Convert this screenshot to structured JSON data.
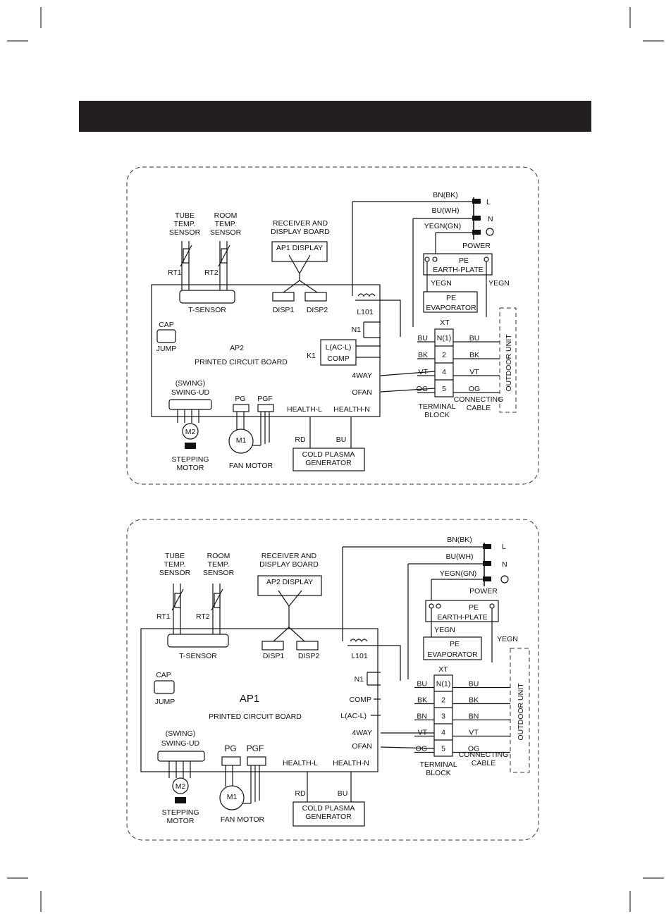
{
  "page": {
    "header_text": ""
  },
  "diagram1": {
    "tube_sensor": "TUBE\nTEMP.\nSENSOR",
    "room_sensor": "ROOM\nTEMP.\nSENSOR",
    "rt1": "RT1",
    "rt2": "RT2",
    "receiver": "RECEIVER AND\nDISPLAY BOARD",
    "display_box": "AP1  DISPLAY",
    "t_sensor": "T-SENSOR",
    "disp1": "DISP1",
    "disp2": "DISP2",
    "l101": "L101",
    "cap": "CAP",
    "jump": "JUMP",
    "ap": "AP2",
    "pcb": "PRINTED CIRCUIT BOARD",
    "n1": "N1",
    "k1": "K1",
    "lac": "L(AC-L)",
    "comp": "COMP",
    "four_way": "4WAY",
    "ofan": "OFAN",
    "swing": "(SWING)",
    "swing_ud": "SWING-UD",
    "pg": "PG",
    "pgf": "PGF",
    "health_l": "HEALTH-L",
    "health_n": "HEALTH-N",
    "m2": "M2",
    "m1": "M1",
    "stepping_motor": "STEPPING\nMOTOR",
    "fan_motor": "FAN MOTOR",
    "rd": "RD",
    "bu_gen": "BU",
    "plasma": "COLD PLASMA\nGENERATOR",
    "bn_bk": "BN(BK)",
    "bu_wh": "BU(WH)",
    "yegn_gn": "YEGN(GN)",
    "l": "L",
    "n": "N",
    "power": "POWER",
    "pe": "PE",
    "earth_plate": "EARTH-PLATE",
    "yegn": "YEGN",
    "evaporator": "EVAPORATOR",
    "xt": "XT",
    "t_labels": [
      "N(1)",
      "2",
      "4",
      "5"
    ],
    "w_left": [
      "BU",
      "BK",
      "VT",
      "OG"
    ],
    "w_right": [
      "BU",
      "BK",
      "VT",
      "OG"
    ],
    "terminal_block": "TERMINAL\nBLOCK",
    "connecting_cable": "CONNECTING\nCABLE",
    "outdoor_unit": "OUTDOOR UNIT"
  },
  "diagram2": {
    "tube_sensor": "TUBE\nTEMP.\nSENSOR",
    "room_sensor": "ROOM\nTEMP.\nSENSOR",
    "rt1": "RT1",
    "rt2": "RT2",
    "receiver": "RECEIVER AND\nDISPLAY BOARD",
    "display_box": "AP2  DISPLAY",
    "t_sensor": "T-SENSOR",
    "disp1": "DISP1",
    "disp2": "DISP2",
    "l101": "L101",
    "cap": "CAP",
    "jump": "JUMP",
    "ap": "AP1",
    "pcb": "PRINTED CIRCUIT BOARD",
    "n1": "N1",
    "comp": "COMP",
    "lac": "L(AC-L)",
    "four_way": "4WAY",
    "ofan": "OFAN",
    "swing": "(SWING)",
    "swing_ud": "SWING-UD",
    "pg": "PG",
    "pgf": "PGF",
    "health_l": "HEALTH-L",
    "health_n": "HEALTH-N",
    "m2": "M2",
    "m1": "M1",
    "stepping_motor": "STEPPING\nMOTOR",
    "fan_motor": "FAN MOTOR",
    "rd": "RD",
    "bu_gen": "BU",
    "plasma": "COLD PLASMA\nGENERATOR",
    "bn_bk": "BN(BK)",
    "bu_wh": "BU(WH)",
    "yegn_gn": "YEGN(GN)",
    "l": "L",
    "n": "N",
    "power": "POWER",
    "pe": "PE",
    "earth_plate": "EARTH-PLATE",
    "yegn": "YEGN",
    "evaporator": "EVAPORATOR",
    "xt": "XT",
    "t_labels": [
      "N(1)",
      "2",
      "3",
      "4",
      "5"
    ],
    "w_left": [
      "BU",
      "BK",
      "BN",
      "VT",
      "OG"
    ],
    "w_right": [
      "BU",
      "BK",
      "BN",
      "VT",
      "OG"
    ],
    "terminal_block": "TERMINAL\nBLOCK",
    "connecting_cable": "CONNECTING\nCABLE",
    "outdoor_unit": "OUTDOOR UNIT"
  }
}
